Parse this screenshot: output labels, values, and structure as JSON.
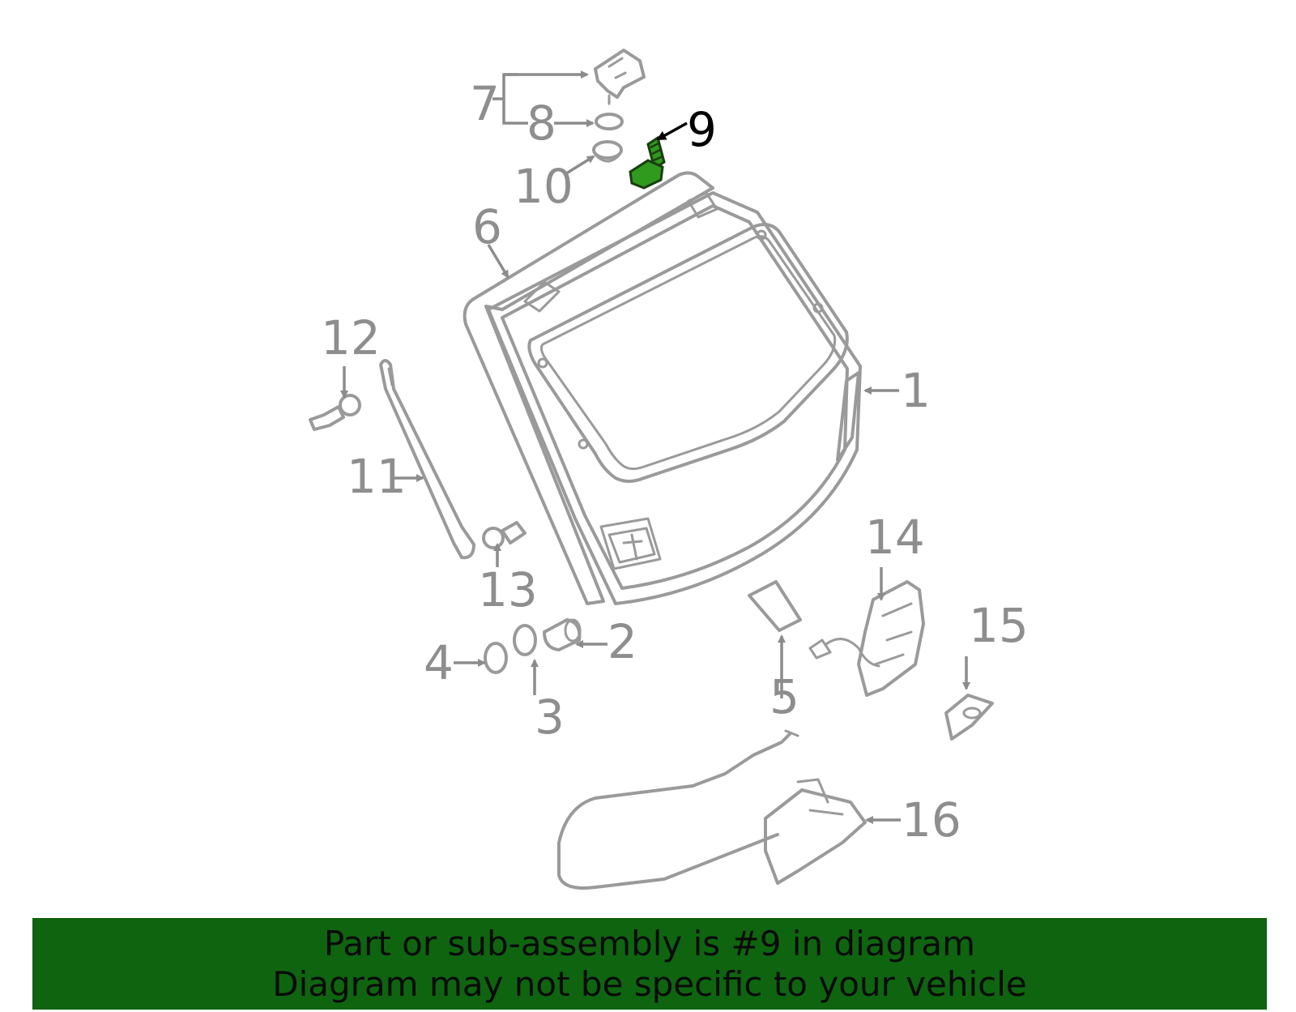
{
  "callouts": {
    "c1": "1",
    "c2": "2",
    "c3": "3",
    "c4": "4",
    "c5": "5",
    "c6": "6",
    "c7": "7",
    "c8": "8",
    "c9": "9",
    "c10": "10",
    "c11": "11",
    "c12": "12",
    "c13": "13",
    "c14": "14",
    "c15": "15",
    "c16": "16"
  },
  "highlighted_part": "9",
  "colors": {
    "highlight": "#2f9a1e",
    "banner_background": "#0f6410",
    "line_art": "#9a9a9a"
  },
  "banner": {
    "line1": "Part or sub-assembly is #9 in diagram",
    "line2": "Diagram may not be specific to your vehicle"
  }
}
